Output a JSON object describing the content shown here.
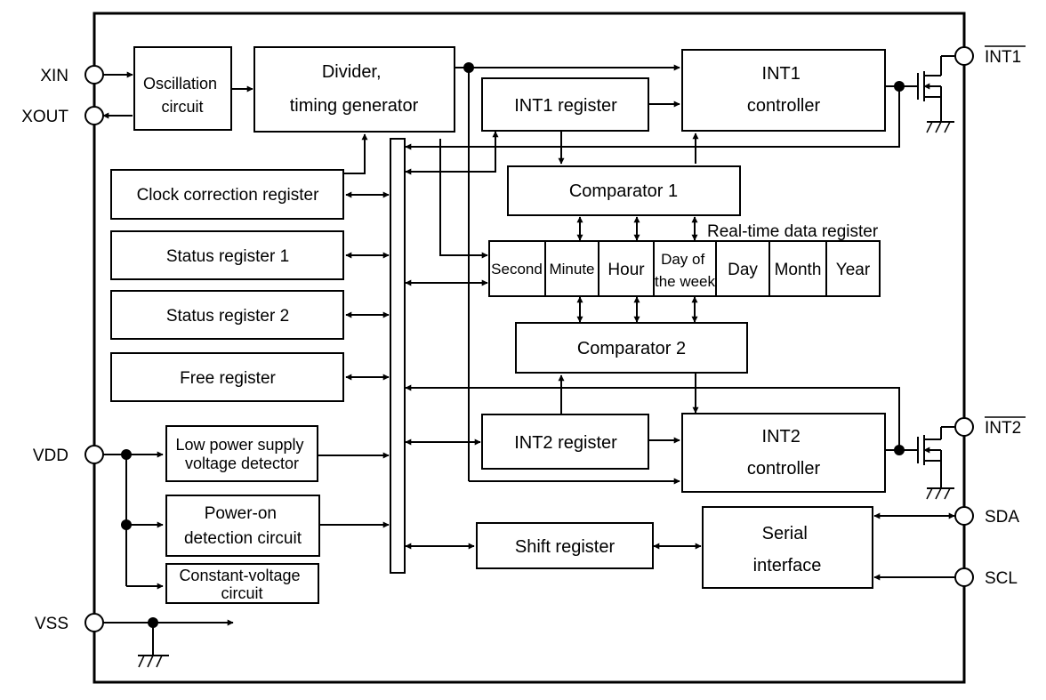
{
  "pins": {
    "xin": "XIN",
    "xout": "XOUT",
    "vdd": "VDD",
    "vss": "VSS",
    "int1": "INT1",
    "int2": "INT2",
    "sda": "SDA",
    "scl": "SCL"
  },
  "blocks": {
    "oscillation": [
      "Oscillation",
      "circuit"
    ],
    "divider": [
      "Divider,",
      "timing generator"
    ],
    "int1_controller": [
      "INT1",
      "controller"
    ],
    "int1_register": "INT1 register",
    "clock_correction": "Clock correction register",
    "status1": "Status register 1",
    "status2": "Status register 2",
    "free": "Free register",
    "comparator1": "Comparator 1",
    "comparator2": "Comparator 2",
    "int2_register": "INT2 register",
    "int2_controller": [
      "INT2",
      "controller"
    ],
    "low_power": [
      "Low power supply",
      "voltage detector"
    ],
    "power_on": [
      "Power-on",
      "detection circuit"
    ],
    "constant_voltage": [
      "Constant-voltage",
      "circuit"
    ],
    "shift_register": "Shift register",
    "serial_interface": [
      "Serial",
      "interface"
    ]
  },
  "realtime": {
    "label": "Real-time data register",
    "fields": [
      "Second",
      "Minute",
      "Hour",
      "Day of|the week",
      "Day",
      "Month",
      "Year"
    ]
  }
}
